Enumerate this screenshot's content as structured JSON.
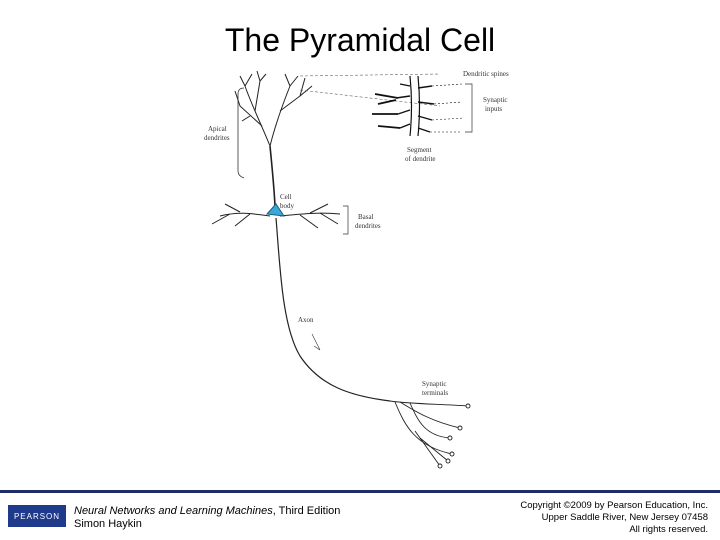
{
  "slide": {
    "title": "The Pyramidal Cell"
  },
  "diagram": {
    "labels": {
      "dendritic_spines": "Dendritic spines",
      "synaptic_inputs_1": "Synaptic",
      "synaptic_inputs_2": "inputs",
      "apical_1": "Apical",
      "apical_2": "dendrites",
      "segment_1": "Segment",
      "segment_2": "of dendrite",
      "cell_body_1": "Cell",
      "cell_body_2": "body",
      "basal_1": "Basal",
      "basal_2": "dendrites",
      "axon": "Axon",
      "terminals_1": "Synaptic",
      "terminals_2": "terminals"
    }
  },
  "footer": {
    "publisher_logo": "PEARSON",
    "book_title": "Neural Networks and Learning Machines",
    "book_edition": ", Third Edition",
    "author": "Simon Haykin",
    "copyright_line1": "Copyright ©2009 by Pearson Education, Inc.",
    "copyright_line2": "Upper Saddle River, New Jersey 07458",
    "copyright_line3": "All rights reserved.",
    "rule_color": "#1f2d6b",
    "cell_body_color": "#3ba7d9"
  }
}
